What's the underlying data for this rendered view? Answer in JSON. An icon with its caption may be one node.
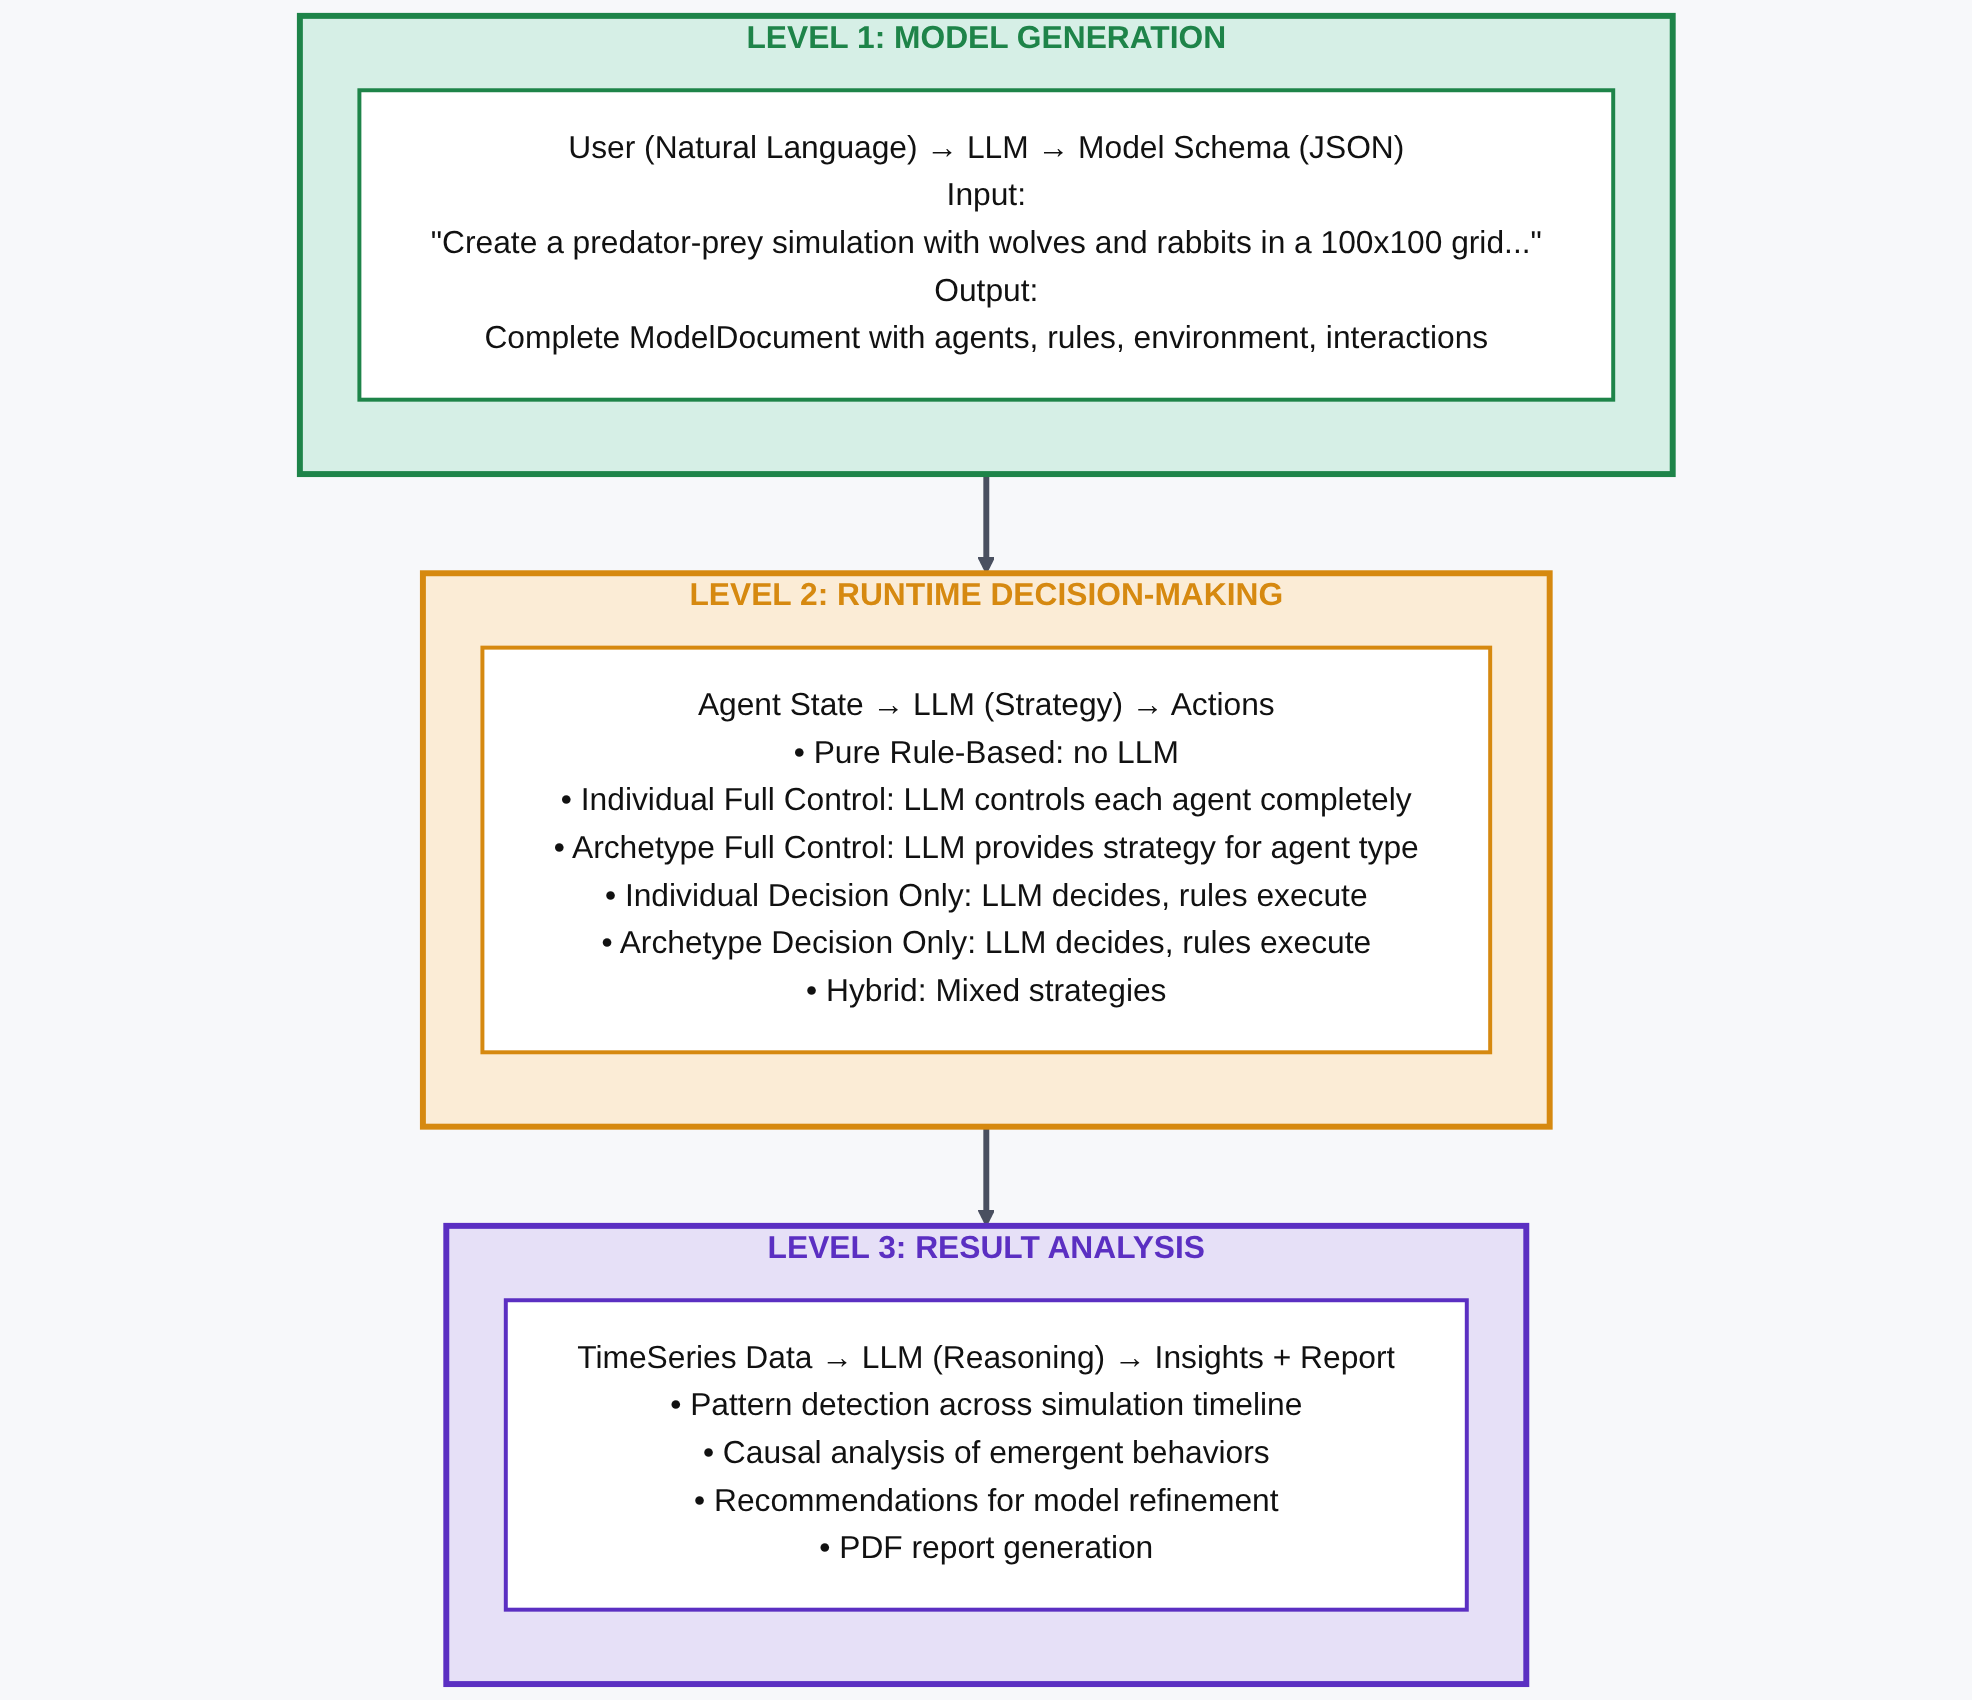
{
  "diagram": {
    "nodes": [
      {
        "text": [
          "LEVEL 1: MODEL GENERATION"
        ]
      },
      {
        "text": [
          "User (Natural Language) → LLM → Model Schema (JSON)",
          "Input:",
          "\"Create a predator-prey simulation with wolves and rabbits in a 100x100 grid...\"",
          "Output:",
          "Complete ModelDocument with agents, rules, environment, interactions"
        ],
        "in": 0
      },
      {
        "text": [
          "LEVEL 2: RUNTIME DECISION-MAKING"
        ]
      },
      {
        "text": [
          "Agent State → LLM (Strategy) → Actions",
          "• Pure Rule-Based: no LLM",
          "• Individual Full Control: LLM controls each agent completely",
          "• Archetype Full Control: LLM provides strategy for agent type",
          "• Individual Decision Only: LLM decides, rules execute",
          "• Archetype Decision Only: LLM decides, rules execute",
          "• Hybrid: Mixed strategies"
        ],
        "in": 2
      },
      {
        "text": [
          "LEVEL 3: RESULT ANALYSIS"
        ]
      },
      {
        "text": [
          "TimeSeries Data → LLM (Reasoning) → Insights + Report",
          "• Pattern detection across simulation timeline",
          "• Causal analysis of emergent behaviors",
          "• Recommendations for model refinement",
          "• PDF report generation"
        ],
        "in": 4
      }
    ],
    "edges": [
      {
        "from": 0,
        "to": 2,
        "arrow": "to"
      },
      {
        "from": 2,
        "to": 4,
        "arrow": "to"
      }
    ]
  }
}
